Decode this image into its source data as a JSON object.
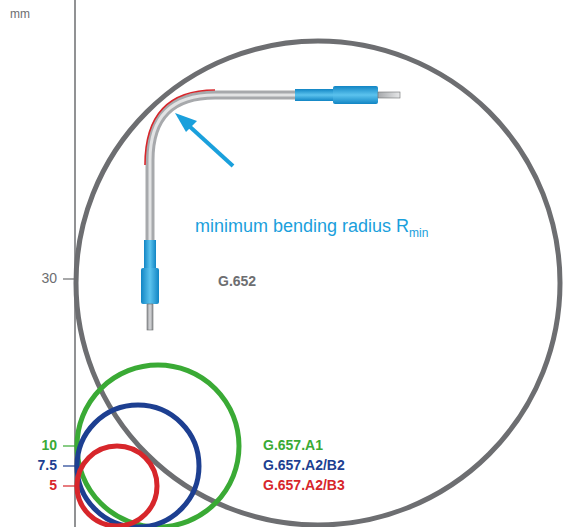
{
  "diagram": {
    "labels": [
      "mm",
      "30",
      "10",
      "7.5",
      "5",
      "G.652",
      "G.657.A1",
      "G.657.A2/B2",
      "G.657.A2/B3",
      "minimum bending radius R",
      "min"
    ]
  }
}
